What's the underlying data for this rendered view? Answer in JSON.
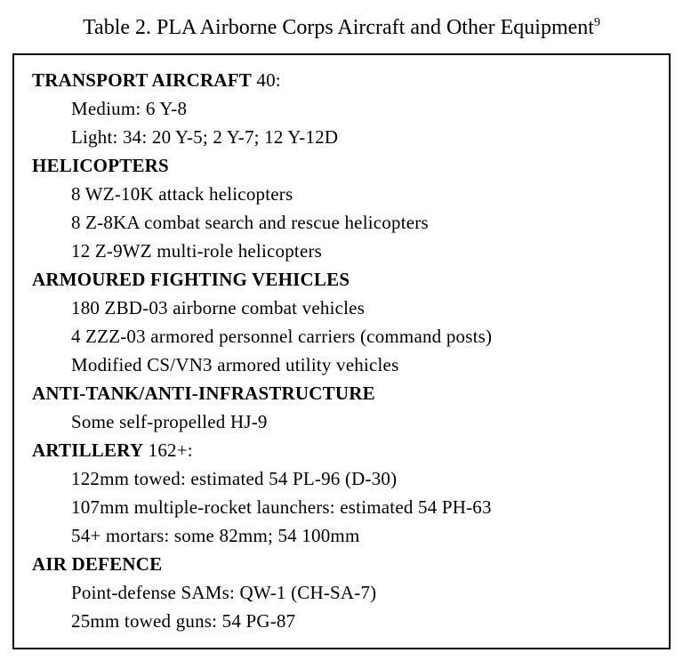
{
  "page": {
    "title": "Table 2. PLA Airborne Corps Aircraft and Other Equipment",
    "title_superscript": "9"
  },
  "table": {
    "sections": [
      {
        "heading": "TRANSPORT AIRCRAFT",
        "heading_suffix": " 40:",
        "items": [
          "Medium: 6 Y-8",
          "Light: 34: 20 Y-5; 2 Y-7; 12 Y-12D"
        ]
      },
      {
        "heading": "HELICOPTERS",
        "heading_suffix": "",
        "items": [
          "8 WZ-10K attack helicopters",
          "8 Z-8KA combat search and rescue helicopters",
          "12 Z-9WZ multi-role helicopters"
        ]
      },
      {
        "heading": "ARMOURED FIGHTING VEHICLES",
        "heading_suffix": "",
        "items": [
          "180 ZBD-03 airborne combat vehicles",
          "4 ZZZ-03 armored personnel carriers (command posts)",
          "Modified CS/VN3 armored utility vehicles"
        ]
      },
      {
        "heading": "ANTI-TANK/ANTI-INFRASTRUCTURE",
        "heading_suffix": "",
        "items": [
          "Some self-propelled HJ-9"
        ]
      },
      {
        "heading": "ARTILLERY",
        "heading_suffix": " 162+:",
        "items": [
          "122mm towed: estimated 54 PL-96 (D-30)",
          "107mm multiple-rocket launchers: estimated 54 PH-63",
          "54+ mortars: some 82mm; 54 100mm"
        ]
      },
      {
        "heading": "AIR DEFENCE",
        "heading_suffix": "",
        "items": [
          "Point-defense SAMs: QW-1 (CH-SA-7)",
          "25mm towed guns: 54 PG-87"
        ]
      }
    ]
  }
}
